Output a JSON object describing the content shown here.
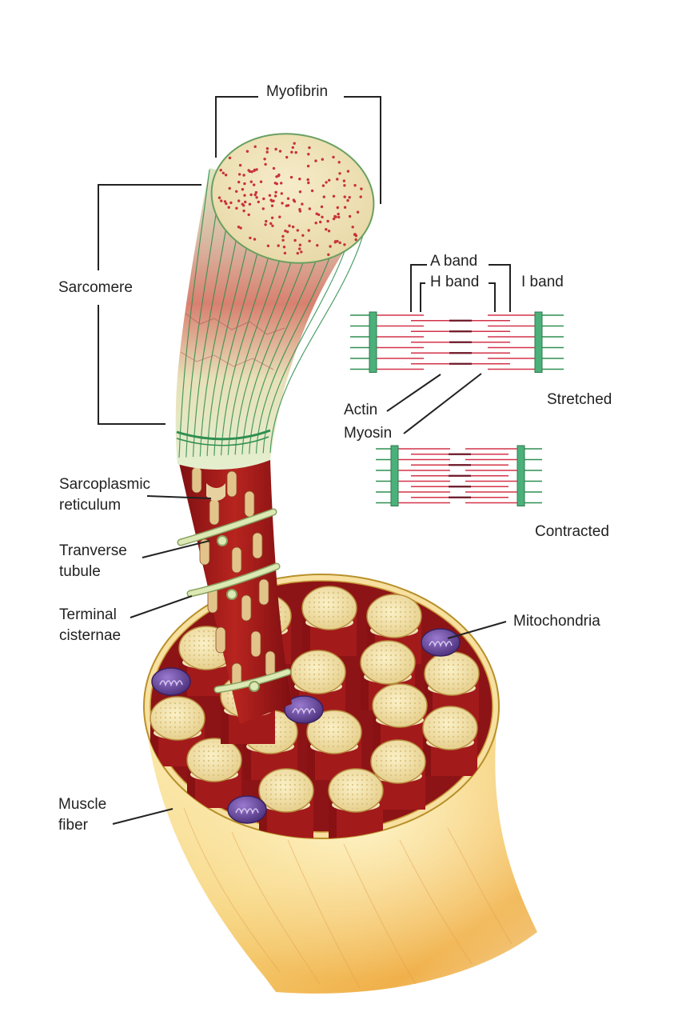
{
  "labels": {
    "myofibrin": "Myofibrin",
    "sarcomere": "Sarcomere",
    "a_band": "A band",
    "h_band": "H band",
    "i_band": "I band",
    "actin": "Actin",
    "myosin": "Myosin",
    "stretched": "Stretched",
    "contracted": "Contracted",
    "sarcoplasmic_reticulum": [
      "Sarcoplasmic",
      "reticulum"
    ],
    "transverse_tubule": [
      "Tranverse",
      "tubule"
    ],
    "terminal_cisternae": [
      "Terminal",
      "cisternae"
    ],
    "mitochondria": "Mitochondria",
    "muscle_fiber": [
      "Muscle",
      "fiber"
    ]
  },
  "colors": {
    "actin": "#d3334a",
    "myosin": "#6b1626",
    "z_disc": "#4bb07a",
    "filament_green": "#2f8f50",
    "muscle_red": "#a8191c",
    "myofibril_cap": "#efe3bd",
    "fiber_yellow": "#f3d27a",
    "mitochondria": "#6a4a9a",
    "tubule": "#cfe0a6"
  }
}
